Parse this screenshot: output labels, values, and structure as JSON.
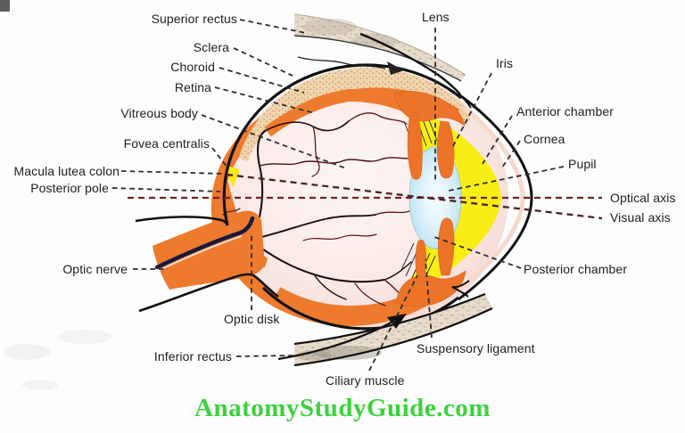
{
  "figure": {
    "subject": "Sagittal section diagram of the human eye"
  },
  "diagram": {
    "labels": {
      "superior_rectus": "Superior rectus",
      "sclera": "Sclera",
      "choroid": "Choroid",
      "retina": "Retina",
      "vitreous_body": "Vitreous body",
      "fovea_centralis": "Fovea centralis",
      "macula_lutea": "Macula lutea colon",
      "posterior_pole": "Posterior pole",
      "optic_nerve": "Optic nerve",
      "optic_disk": "Optic disk",
      "inferior_rectus": "Inferior rectus",
      "lens": "Lens",
      "iris": "Iris",
      "anterior_chamber": "Anterior chamber",
      "cornea": "Cornea",
      "pupil": "Pupil",
      "optical_axis": "Optical axis",
      "visual_axis": "Visual axis",
      "posterior_chamber": "Posterior chamber",
      "suspensory_ligament": "Suspensory ligament",
      "ciliary_muscle": "Ciliary muscle"
    },
    "colors": {
      "choroid_orange": "#ee7a2e",
      "chamber_yellow": "#f8ee15",
      "lens_blue": "#c2e6f3",
      "interior_pink": "#f5dcd6",
      "sclera_stipple_tan": "#efd6b0",
      "vessel_dark_red": "#5d1520",
      "optical_axis_red": "#6e2327",
      "macula_yellow": "#ffe616",
      "label_color": "#1d1d1d"
    }
  },
  "watermark": {
    "text": "AnatomyStudyGuide.com",
    "color": "#3bd23b"
  }
}
